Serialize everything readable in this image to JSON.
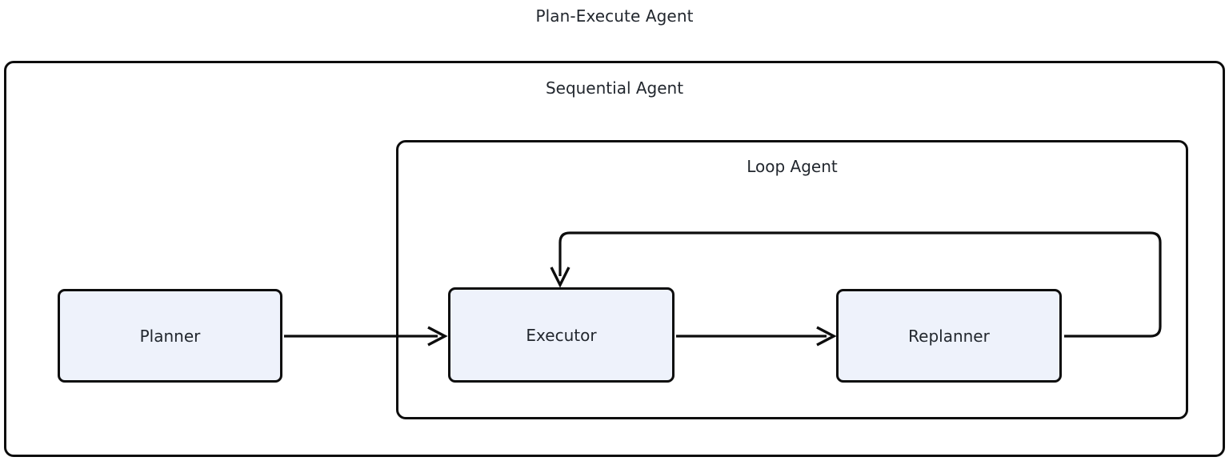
{
  "diagram": {
    "title": "Plan-Execute Agent",
    "type": "flowchart",
    "background_color": "#ffffff",
    "line_color": "#0d0d0d",
    "node_fill_color": "#eef2fb",
    "text_color": "#22272e",
    "containers": [
      {
        "id": "sequential-agent",
        "label": "Sequential Agent",
        "contains": [
          "planner",
          "loop-agent"
        ]
      },
      {
        "id": "loop-agent",
        "label": "Loop Agent",
        "contains": [
          "executor",
          "replanner"
        ]
      }
    ],
    "nodes": [
      {
        "id": "planner",
        "label": "Planner"
      },
      {
        "id": "executor",
        "label": "Executor"
      },
      {
        "id": "replanner",
        "label": "Replanner"
      }
    ],
    "edges": [
      {
        "id": "planner-to-executor",
        "from": "planner",
        "to": "executor",
        "label": "",
        "arrow": true
      },
      {
        "id": "executor-to-replanner",
        "from": "executor",
        "to": "replanner",
        "label": "",
        "arrow": true
      },
      {
        "id": "replanner-to-executor-loop",
        "from": "replanner",
        "to": "executor",
        "label": "",
        "arrow": true,
        "style": "feedback-loop"
      }
    ]
  }
}
